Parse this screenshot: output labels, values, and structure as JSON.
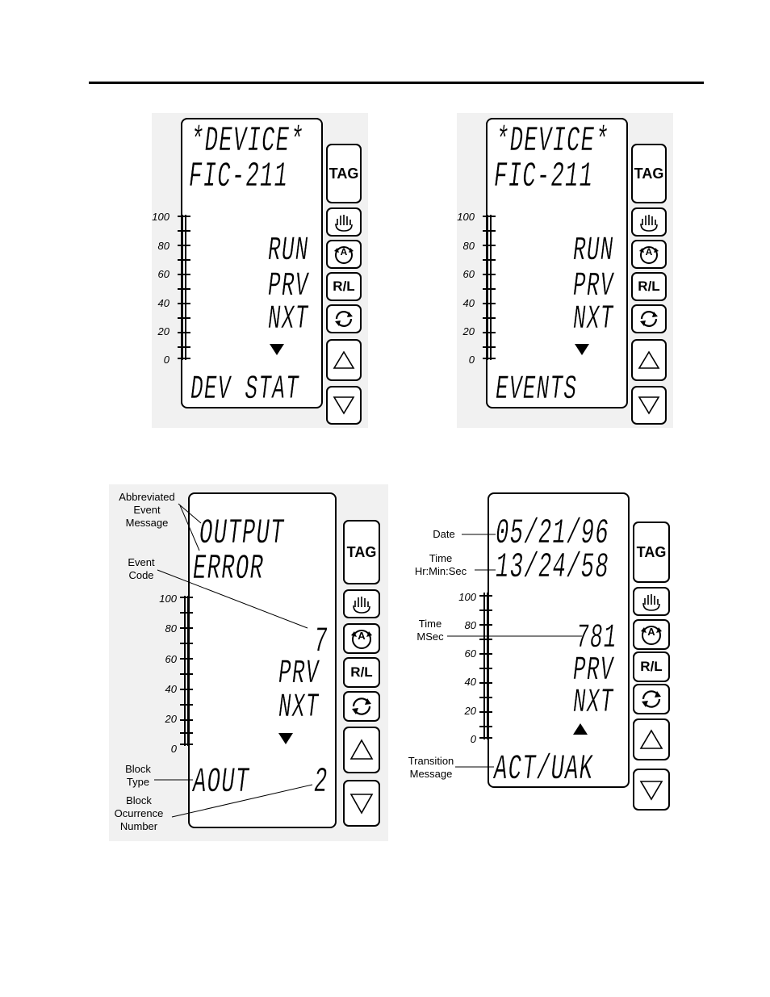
{
  "panels": [
    {
      "line1": "*DEVICE*",
      "line2": "FIC-211",
      "mid1": "RUN",
      "mid2": "PRV",
      "mid3": "NXT",
      "arrow": "down",
      "bottom": "DEV STAT"
    },
    {
      "line1": "*DEVICE*",
      "line2": "FIC-211",
      "mid1": "RUN",
      "mid2": "PRV",
      "mid3": "NXT",
      "arrow": "down",
      "bottom": "EVENTS"
    },
    {
      "line1": "OUTPUT",
      "line2": "ERROR",
      "mid1": "7",
      "mid2": "PRV",
      "mid3": "NXT",
      "arrow": "down",
      "bottom": "AOUT",
      "bottom_right": "2"
    },
    {
      "line1": "05/21/96",
      "line2": "13/24/58",
      "mid1": "781",
      "mid2": "PRV",
      "mid3": "NXT",
      "arrow": "up",
      "bottom": "ACT/UAK"
    }
  ],
  "scale_ticks": [
    "100",
    "80",
    "60",
    "40",
    "20",
    "0"
  ],
  "buttons": {
    "tag": "TAG",
    "hand": "hand-icon",
    "auto": "auto-icon",
    "rl": "R/L",
    "cycle": "cycle-icon",
    "up": "up-triangle-icon",
    "down": "down-triangle-icon"
  },
  "annotations": {
    "event_message": "Abbreviated\nEvent\nMessage",
    "event_code": "Event\nCode",
    "block_type": "Block\nType",
    "block_occurrence": "Block\nOcurrence\nNumber",
    "date": "Date",
    "time": "Time\nHr:Min:Sec",
    "msec": "Time\nMSec",
    "transition": "Transition\nMessage"
  }
}
